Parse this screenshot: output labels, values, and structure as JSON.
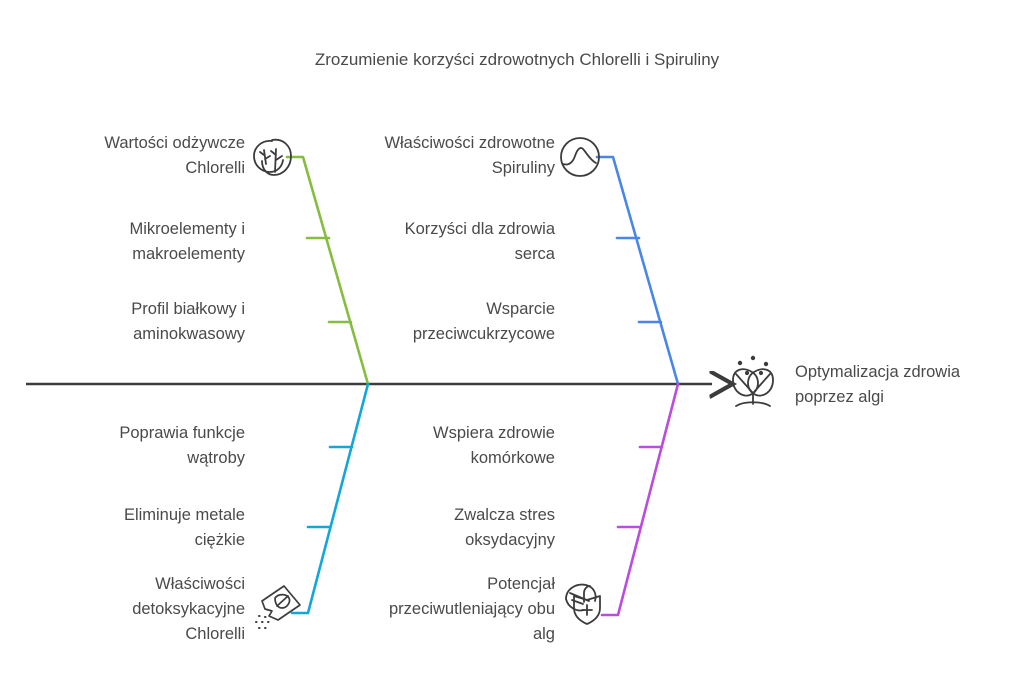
{
  "title": "Zrozumienie korzyści zdrowotnych Chlorelli i Spiruliny",
  "colors": {
    "spine": "#3c3c3c",
    "text": "#4a4a4a",
    "upper_left_branch": "#85bd3f",
    "upper_right_branch": "#4a86e8",
    "lower_left_branch": "#12a7dc",
    "lower_right_branch": "#bb4ce0",
    "icon_stroke": "#3c3c3c",
    "background": "#ffffff"
  },
  "branches": {
    "upper_left": {
      "color": "#85bd3f",
      "head_label": "Wartości odżywcze\nChlorelli",
      "head_icon": "two-leaves-icon",
      "items": [
        {
          "label": "Mikroelementy i\nmakroelementy"
        },
        {
          "label": "Profil białkowy i\naminokwasowy"
        }
      ]
    },
    "upper_right": {
      "color": "#4a86e8",
      "head_label": "Właściwości zdrowotne\nSpiruliny",
      "head_icon": "circle-wave-icon",
      "items": [
        {
          "label": "Korzyści dla zdrowia\nserca"
        },
        {
          "label": "Wsparcie\nprzeciwcukrzycowe"
        }
      ]
    },
    "lower_left": {
      "color": "#12a7dc",
      "head_label": "Właściwości\ndetoksykacyjne\nChlorelli",
      "head_icon": "detox-bag-leaf-icon",
      "items": [
        {
          "label": "Poprawia funkcje\nwątroby"
        },
        {
          "label": "Eliminuje metale\nciężkie"
        }
      ]
    },
    "lower_right": {
      "color": "#bb4ce0",
      "head_label": "Potencjał\nprzeciwutleniający obu\nalg",
      "head_icon": "leaf-shield-plus-icon",
      "items": [
        {
          "label": "Wspiera zdrowie\nkomórkowe"
        },
        {
          "label": "Zwalcza stres\noksydacyjny"
        }
      ]
    }
  },
  "outcome": {
    "label": "Optymalizacja zdrowia\npoprzez algi",
    "icon": "sprout-sparkle-icon"
  }
}
